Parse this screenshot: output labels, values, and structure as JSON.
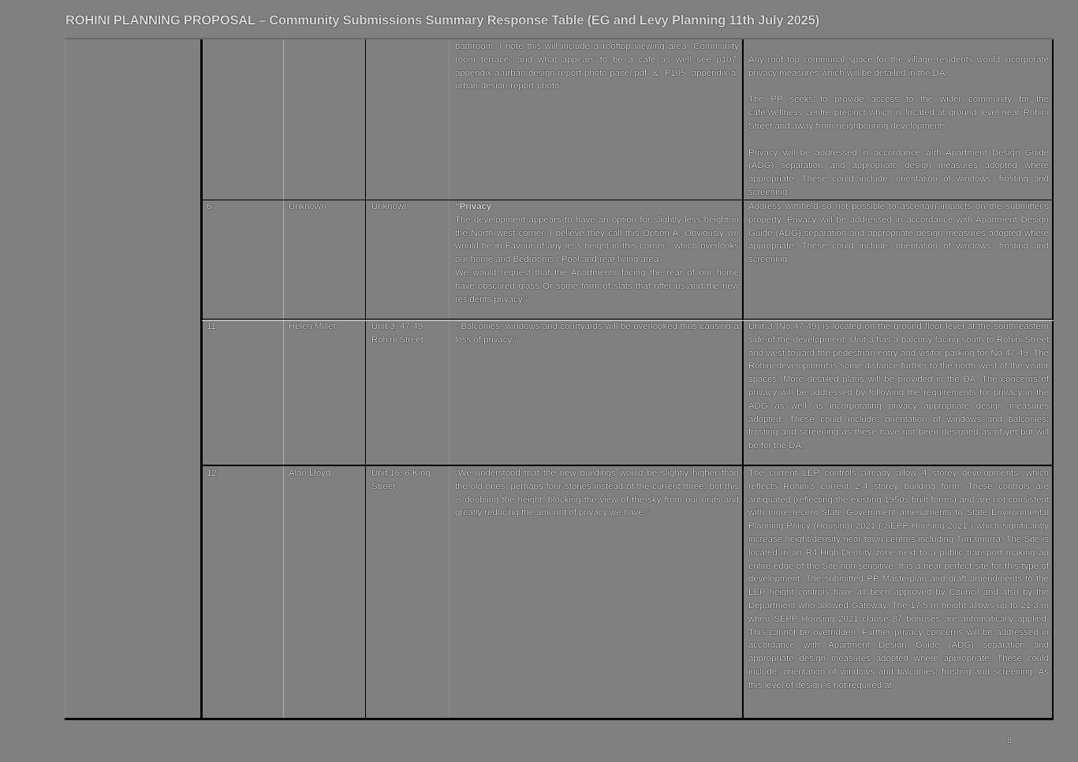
{
  "document": {
    "title": "ROHINI PLANNING PROPOSAL  – Community Submissions  Summary Response Table (EG and Levy Planning 11th July 2025)",
    "page_number": "8"
  },
  "table": {
    "rows": [
      {
        "no": "",
        "name": "",
        "address": "",
        "submission": [
          "bathroom. I note this will include a rooftop viewing area \"Community room terrace\" and what appears to be a cafe as well see p107. appendix-a-urban-design-report-photo-panel.pdf & P105 appendix-a-urban-design-report-photo\""
        ],
        "response": [
          "Any roof top communal space for the village residents would incorporate privacy measures which will be detailed in the DA.",
          "The PP seeks to provide access to the wider community for the café/wellness centre precinct which is located at ground level near Rohini Street and away from neighbouring developments.",
          "Privacy will be addressed in accordance with Apartment Design Guide (ADG) separation and appropriate design measures adopted where appropriate. These could include: orientation of windows; frosting and screening."
        ]
      },
      {
        "no": "6",
        "name": "Unknown",
        "address": "Unknown",
        "submission_heading": "“Privacy",
        "submission": [
          "The development appears to have an option for slightly less height in the North west corner. I believe they call this Option A. Obviously we would be in Favour of any less height in this corner , which overlooks our home and Bedrooms / Pool and rear living area.",
          "We would request that the Apartments facing the rear of our home have obscured glass Or some form of slats that offer us and the new residents privacy.”"
        ],
        "response": [
          "Address withheld so not possible to ascertain impacts on the submitter's property.  Privacy will be addressed in accordance with Apartment Design Guide (ADG) separation and appropriate design measures adopted where appropriate. These could include: orientation of windows; frosting and screening."
        ]
      },
      {
        "no": "11",
        "name": "Helen Miller",
        "address": "Unit 3, 47-49 Rohini Street",
        "submission": [
          "“ Balconies, windows and courtyards will be overlooked thus causing a loss of privacy.”"
        ],
        "response": [
          "Unit 3 (No 47-49) is located on the ground floor level at the south-eastern side of the development. Unit 3 has a balcony facing south to Rohini Street and west toward the pedestrian entry and visitor parking for No 47-49.  The Rohini development is some distance further to the north-west of the visitor spaces. More detailed plans will be provided in the DA. The concerns of privacy will be addressed by following the requirements for privacy in the ADG as well as incorporating privacy appropriate design measures adopted. These could include: orientation of windows and balconies; frosting and screening as these have not been designed as of yet but will be for the DA."
        ]
      },
      {
        "no": "12",
        "name": "Alan Lloyd",
        "address": "Unit 16, 6 King Street",
        "submission": [
          "“We understood that the new buildings would be slightly higher than the old ones, perhaps four stories instead of the current three, but this is doubling the height, blocking the view of the sky from our units and greatly reducing the amount of privacy we have.”"
        ],
        "response": [
          "The current LEP controls already allow 4 storey developments, which reflects Rohini's current 2-4 storey building form. These controls are antiquated (reflecting the existing 1950s built forms) and are not consistent with more recent State Government amendments to State Environmental Planning Policy (Housing) 2021 (“SEPP Housing 2021”) which significantly increase height/density near town centres including Turramurra. The Site is located in an R4-High-Density zone next to a public transport making an entire edge of the Site non sensitive. It is a near perfect site for this type of development. The submitted PP Masterplan and draft amendments to the LEP height controls have all been approved by Council and also by the Department who allowed Gateway. The 17.5 m height allows up to 21.3 m when SEPP Housing 2021 clause 87 bonuses are automatically applied. This cannot be overridden. Further privacy concerns will be addressed in accordance with Apartment Design Guide (ADG) separation and appropriate design measures adopted where appropriate. These could include: orientation of windows and balconies; frosting and  screening. As this level of design is not required at"
        ]
      }
    ]
  }
}
